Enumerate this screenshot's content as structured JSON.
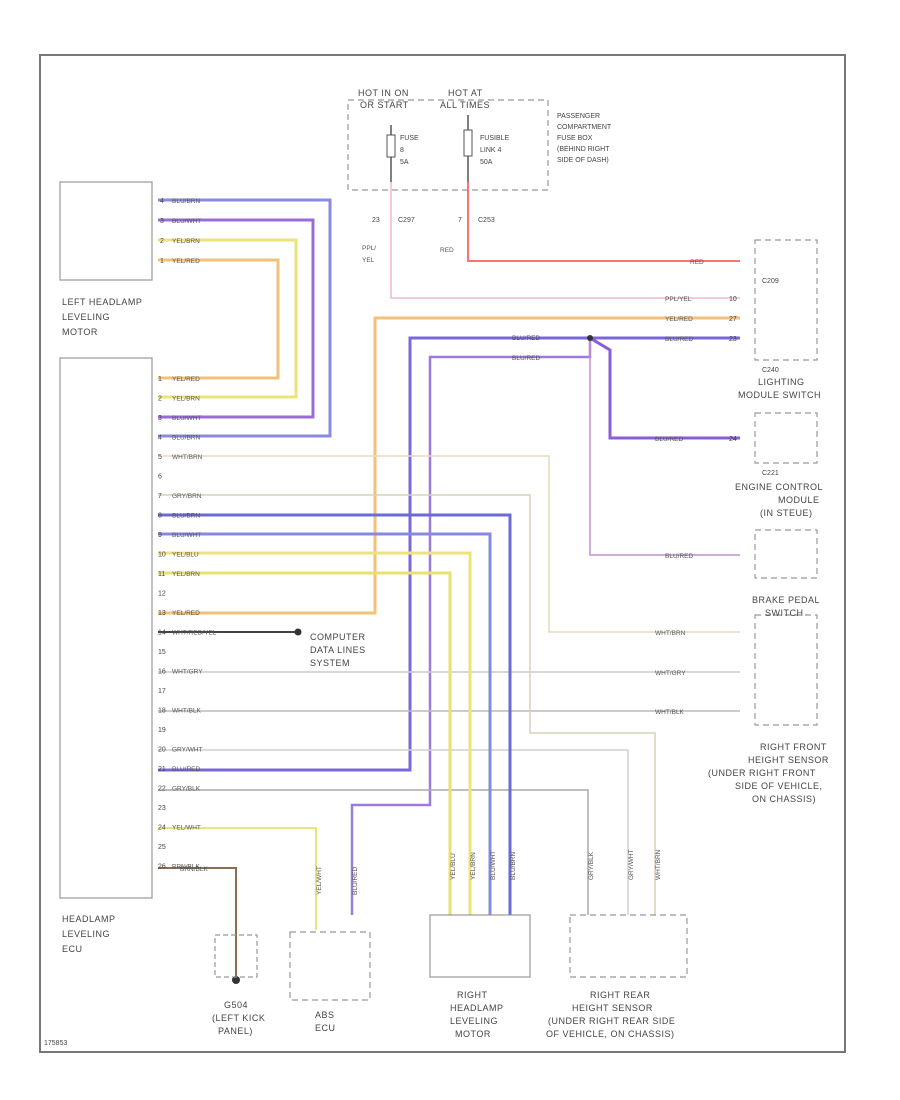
{
  "components": {
    "left_motor": [
      "LEFT HEADLAMP",
      "LEVELING",
      "MOTOR"
    ],
    "ecu": [
      "HEADLAMP",
      "LEVELING",
      "ECU"
    ],
    "fuse_box": [
      "PASSENGER",
      "COMPARTMENT",
      "FUSE BOX",
      "(BEHIND RIGHT",
      "SIDE OF DASH)"
    ],
    "hot_run": [
      "HOT IN ON",
      "OR START"
    ],
    "hot_all": [
      "HOT AT",
      "ALL TIMES"
    ],
    "fuse": [
      "FUSE",
      "8",
      "5A"
    ],
    "fusible_link": [
      "FUSIBLE",
      "LINK 4",
      "50A"
    ],
    "lighting_module": [
      "LIGHTING",
      "MODULE SWITCH"
    ],
    "engine_module": [
      "ENGINE CONTROL",
      "MODULE",
      "(IN STEUE)"
    ],
    "brake_switch": [
      "BRAKE PEDAL",
      "SWITCH"
    ],
    "rf_sensor": [
      "RIGHT FRONT",
      "HEIGHT SENSOR",
      "(UNDER RIGHT FRONT",
      "SIDE OF VEHICLE,",
      "ON CHASSIS)"
    ],
    "rr_sensor": [
      "RIGHT REAR",
      "HEIGHT SENSOR",
      "(UNDER RIGHT REAR SIDE",
      "OF VEHICLE, ON CHASSIS)"
    ],
    "right_motor": [
      "RIGHT",
      "HEADLAMP",
      "LEVELING",
      "MOTOR"
    ],
    "abs": [
      "ABS",
      "ECU"
    ],
    "ground": [
      "G504",
      "(LEFT KICK",
      "PANEL)"
    ],
    "computer": [
      "COMPUTER",
      "DATA LINES",
      "SYSTEM"
    ]
  },
  "connectors": {
    "c297": "C297",
    "c253": "C253",
    "c209": "C209",
    "c240": "C240",
    "c221": "C221",
    "pin23": "23",
    "pin7": "7"
  },
  "wires": {
    "ppl_yel": [
      "PPL/",
      "YEL"
    ],
    "red": "RED",
    "red_r": "RED",
    "ppl_yel_r": "PPL/YEL",
    "yel_red": "YEL/RED",
    "blu_red": "BLU/RED",
    "blu_red2": "BLU/RED",
    "blu_red3": "BLU/RED",
    "blu_red4": "BLU/RED",
    "blu_red5": "BLU/RED",
    "wht_brn": "WHT/BRN",
    "wht_gry": "WHT/GRY",
    "wht_blk": "WHT/BLK",
    "ground_wire": "BRN/BLK",
    "abs_l": "YEL/WHT",
    "abs_r": "BLU/RED",
    "s1": "YEL/BLU",
    "s2": "YEL/BRN",
    "s3": "BLU/WHT",
    "s4": "BLU/BRN",
    "s5": "GRY/BLK",
    "s6": "GRY/WHT",
    "s7": "WHT/BRN"
  },
  "fuse_pins": {
    "a": "10",
    "b": "27",
    "c": "23",
    "d": "24"
  },
  "misc": {
    "code": "175853"
  },
  "motor_pins": [
    {
      "pin": "4",
      "label": "BLU/BRN",
      "color": "#7b7bd8"
    },
    {
      "pin": "3",
      "label": "BLU/WHT",
      "color": "#8f6dd0"
    },
    {
      "pin": "2",
      "label": "YEL/BRN",
      "color": "#e6e070"
    },
    {
      "pin": "1",
      "label": "YEL/RED",
      "color": "#f0c070"
    }
  ],
  "ecu_pins": [
    {
      "pin": "1",
      "label": "YEL/RED"
    },
    {
      "pin": "2",
      "label": "YEL/BRN"
    },
    {
      "pin": "3",
      "label": "BLU/WHT"
    },
    {
      "pin": "4",
      "label": "BLU/BRN"
    },
    {
      "pin": "5",
      "label": "WHT/BRN"
    },
    {
      "pin": "6",
      "label": ""
    },
    {
      "pin": "7",
      "label": "GRY/BRN"
    },
    {
      "pin": "8",
      "label": "BLU/BRN"
    },
    {
      "pin": "9",
      "label": "BLU/WHT"
    },
    {
      "pin": "10",
      "label": "YEL/BLU"
    },
    {
      "pin": "11",
      "label": "YEL/BRN"
    },
    {
      "pin": "12",
      "label": ""
    },
    {
      "pin": "13",
      "label": "YEL/RED"
    },
    {
      "pin": "14",
      "label": "WHT/RED/YEL"
    },
    {
      "pin": "15",
      "label": ""
    },
    {
      "pin": "16",
      "label": "WHT/GRY"
    },
    {
      "pin": "17",
      "label": ""
    },
    {
      "pin": "18",
      "label": "WHT/BLK"
    },
    {
      "pin": "19",
      "label": ""
    },
    {
      "pin": "20",
      "label": "GRY/WHT"
    },
    {
      "pin": "21",
      "label": "BLU/RED"
    },
    {
      "pin": "22",
      "label": "GRY/BLK"
    },
    {
      "pin": "23",
      "label": ""
    },
    {
      "pin": "24",
      "label": "YEL/WHT"
    },
    {
      "pin": "25",
      "label": ""
    },
    {
      "pin": "26",
      "label": "BRN/BLK"
    }
  ]
}
